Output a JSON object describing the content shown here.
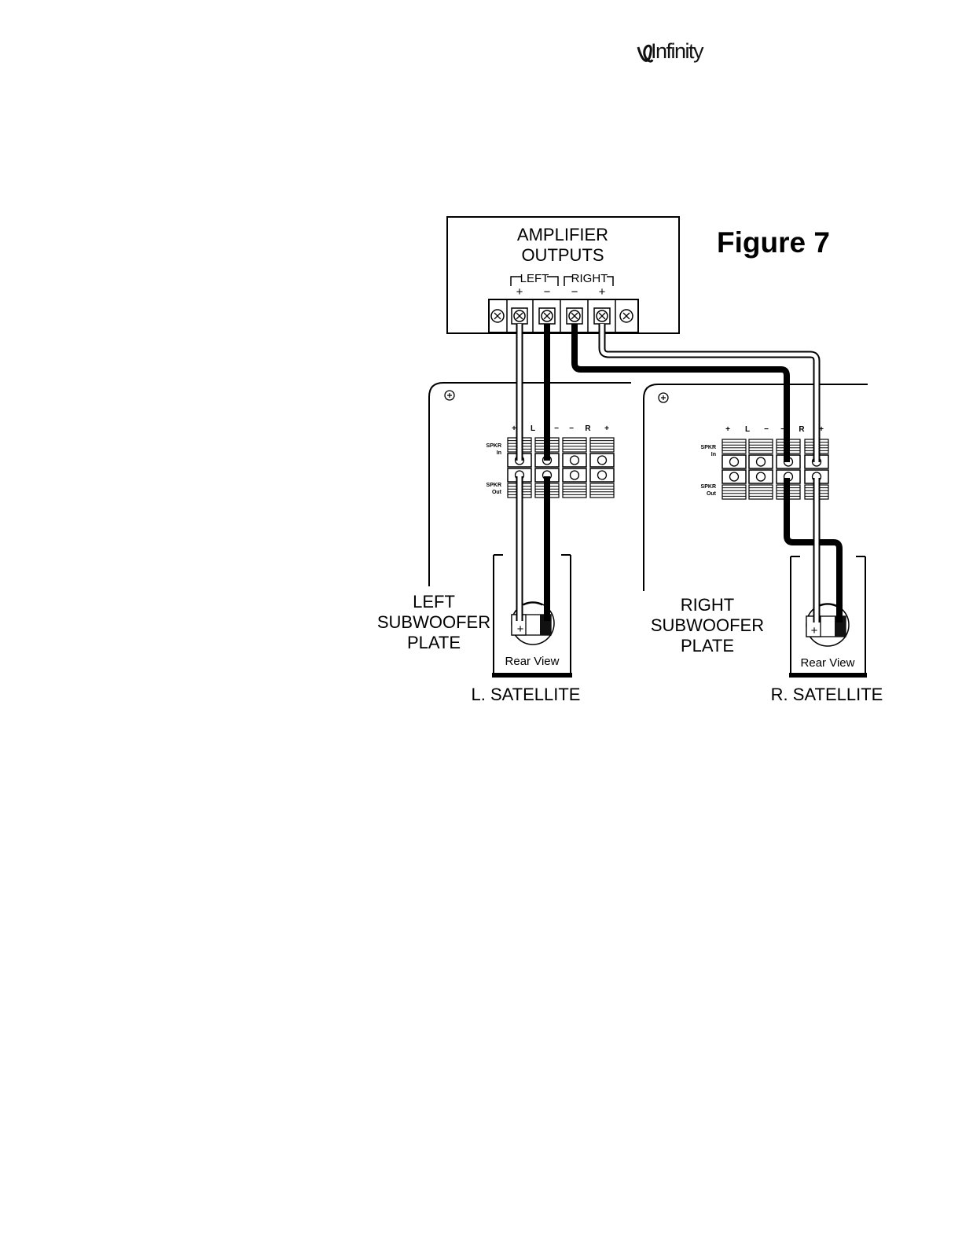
{
  "brand": {
    "logo_text": "Infinity",
    "logo_icon": "infinity-logo-icon"
  },
  "figure": {
    "title": "Figure 7"
  },
  "amplifier": {
    "label_line1": "AMPLIFIER",
    "label_line2": "OUTPUTS",
    "left_label": "LEFT",
    "right_label": "RIGHT",
    "left_plus": "+",
    "left_minus": "−",
    "right_minus": "−",
    "right_plus": "+"
  },
  "left_plate": {
    "label_line1": "LEFT",
    "label_line2": "SUBWOOFER",
    "label_line3": "PLATE",
    "polarity": [
      "+",
      "L",
      "−",
      "−",
      "R",
      "+"
    ],
    "spkr_in_line1": "SPKR",
    "spkr_in_line2": "In",
    "spkr_out_line1": "SPKR",
    "spkr_out_line2": "Out"
  },
  "right_plate": {
    "label_line1": "RIGHT",
    "label_line2": "SUBWOOFER",
    "label_line3": "PLATE",
    "polarity": [
      "+",
      "L",
      "−",
      "−",
      "R",
      "+"
    ],
    "spkr_in_line1": "SPKR",
    "spkr_in_line2": "In",
    "spkr_out_line1": "SPKR",
    "spkr_out_line2": "Out"
  },
  "left_satellite": {
    "label": "L. SATELLITE",
    "view": "Rear View",
    "plus": "+"
  },
  "right_satellite": {
    "label": "R. SATELLITE",
    "view": "Rear View",
    "plus": "+"
  }
}
